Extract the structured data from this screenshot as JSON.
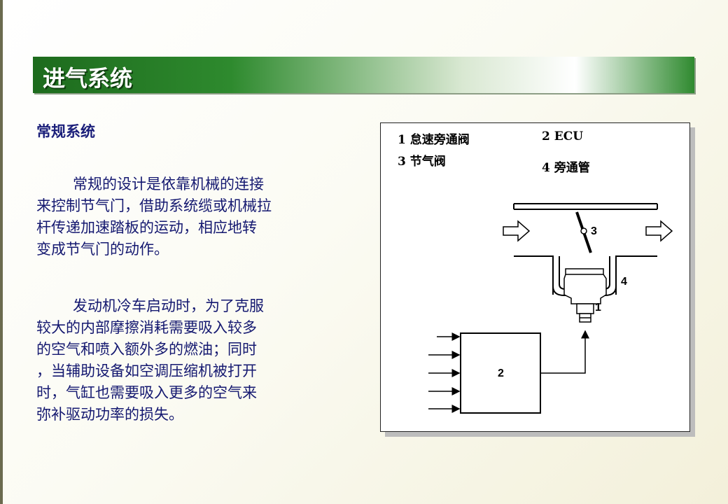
{
  "page_title": "进气系统",
  "section_title": "常规系统",
  "paragraphs": [
    [
      "常规的设计是依靠机械的连接",
      "来控制节气门，借助系统缆或机械拉",
      "杆传递加速踏板的运动，相应地转",
      "变成节气门的动作。"
    ],
    [
      "发动机冷车启动时，为了克服",
      "较大的内部摩擦消耗需要吸入较多",
      "的空气和喷入额外多的燃油；同时",
      "，当辅助设备如空调压缩机被打开",
      "时，气缸也需要吸入更多的空气来",
      "弥补驱动功率的损失。"
    ]
  ],
  "diagram": {
    "legend": {
      "item1": "1  怠速旁通阀",
      "item2": "2  ECU",
      "item3": "3  节气阀",
      "item4": "4  旁通管"
    },
    "callouts": {
      "c1": "1",
      "c2": "2",
      "c3": "3",
      "c4": "4"
    }
  },
  "colors": {
    "title_bar_green": "#2e8a2e",
    "body_text": "#141870"
  }
}
